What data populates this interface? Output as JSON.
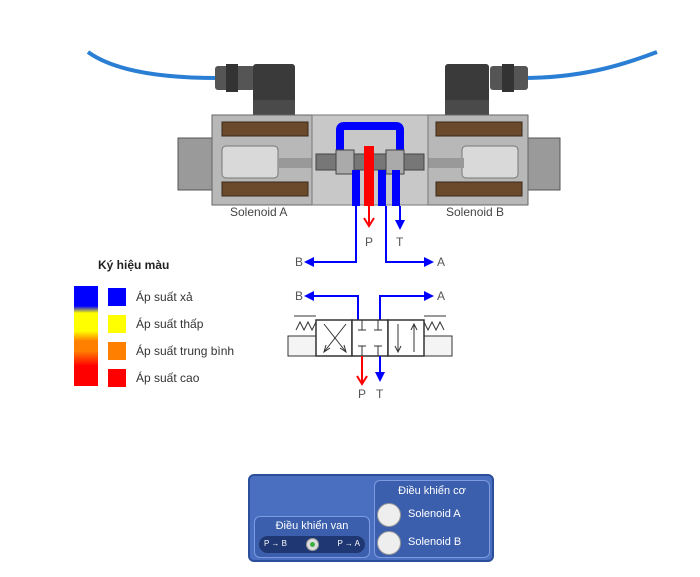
{
  "valve": {
    "solenoid_a_label": "Solenoid A",
    "solenoid_b_label": "Solenoid B",
    "port_p": "P",
    "port_t": "T",
    "port_a": "A",
    "port_b": "B"
  },
  "symbol": {
    "port_p": "P",
    "port_t": "T",
    "port_a": "A",
    "port_b": "B"
  },
  "legend": {
    "title": "Ký hiệu màu",
    "items": [
      {
        "label": "Áp suất xả",
        "color": "#0000ff"
      },
      {
        "label": "Áp suất thấp",
        "color": "#ffff00"
      },
      {
        "label": "Áp suất trung bình",
        "color": "#ff8000"
      },
      {
        "label": "Áp suất cao",
        "color": "#ff0000"
      }
    ]
  },
  "controls": {
    "valve_control_title": "Điều khiển van",
    "slider_left": "P → B",
    "slider_right": "P → A",
    "manual_title": "Điều khiển cơ",
    "solenoid_a": "Solenoid A",
    "solenoid_b": "Solenoid B"
  }
}
